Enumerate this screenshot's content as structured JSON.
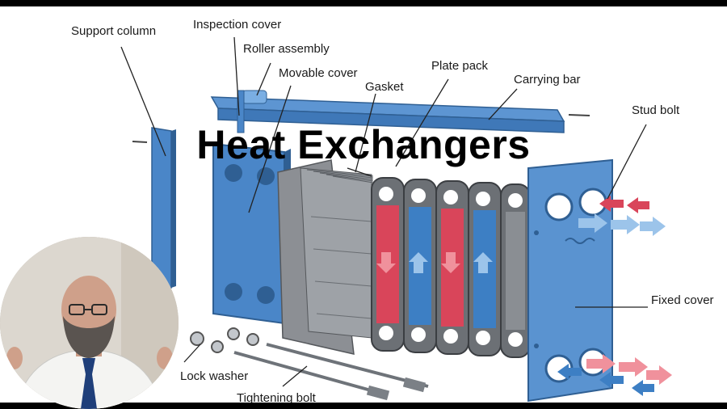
{
  "title": "Heat Exchangers",
  "labels": {
    "support_column": "Support column",
    "inspection_cover": "Inspection cover",
    "roller_assembly": "Roller assembly",
    "movable_cover": "Movable cover",
    "gasket": "Gasket",
    "plate_pack": "Plate pack",
    "carrying_bar": "Carrying bar",
    "stud_bolt": "Stud bolt",
    "fixed_cover": "Fixed cover",
    "lock_washer": "Lock washer",
    "tightening_bolt": "Tightening bolt"
  },
  "colors": {
    "frame_blue": "#4a86c8",
    "frame_dark": "#2f5f93",
    "hot": "#d9455a",
    "hot_light": "#f0919c",
    "cold": "#3d7fc4",
    "cold_light": "#9cc4ea",
    "plate_gray": "#8c8f94"
  }
}
